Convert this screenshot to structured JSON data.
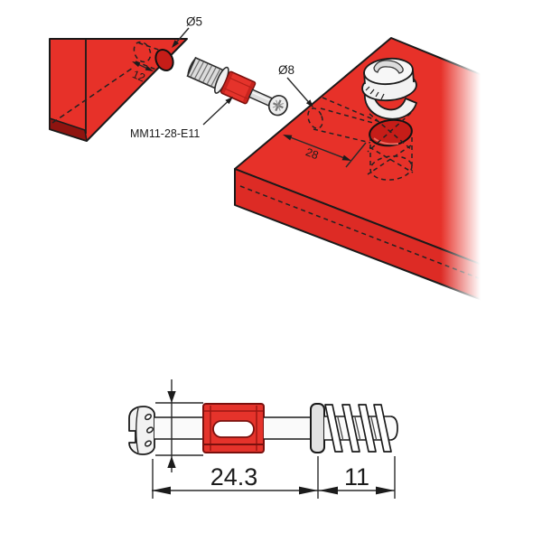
{
  "diagram": {
    "kind": "cam-lock-fitting-assembly-drawing",
    "isometric": {
      "labels": {
        "pilot_hole_diameter": "Ø5",
        "pilot_hole_depth": "12",
        "bolt_part_number": "MM11-28-E11",
        "cam_hole_diameter": "Ø8",
        "cam_hole_edge_distance": "28"
      }
    },
    "side_view": {
      "dimensions": {
        "shank_length": "24.3",
        "thread_length": "11"
      }
    },
    "colors": {
      "panel_red": "#e73129",
      "panel_red_front": "#dd2b25",
      "panel_red_shadow": "#8f1410",
      "hole_red": "#c61d18",
      "sleeve_red": "#e5332b",
      "sleeve_dark": "#7a100d",
      "metal_light": "#f2f2f2",
      "metal_mid": "#dcdcdc",
      "line": "#1a1a1a"
    }
  }
}
